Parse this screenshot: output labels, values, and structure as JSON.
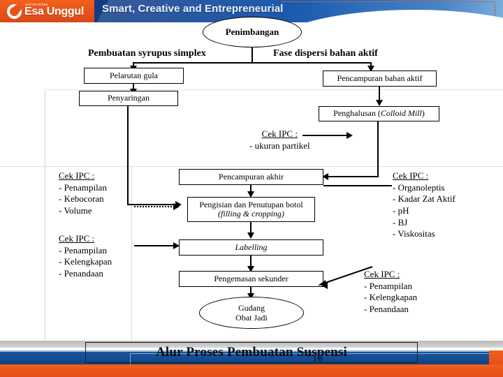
{
  "header": {
    "logo_university": "universitas",
    "logo_name": "Esa Unggul",
    "tagline": "Smart, Creative and Entrepreneurial",
    "brand_orange": "#e8521a",
    "brand_blue": "#13418f"
  },
  "footer": {
    "title": "Alur Proses Pembuatan Suspensi",
    "page_number": "18"
  },
  "flow": {
    "start": "Penimbangan",
    "branch_left_label": "Pembuatan syrupus simplex",
    "branch_right_label": "Fase dispersi bahan aktif",
    "nodes": {
      "pelarutan_gula": "Pelarutan gula",
      "penyaringan": "Penyaringan",
      "pencampuran_bahan_aktif": "Pencampuran bahan aktif",
      "penghalusan": "Penghalusan (",
      "penghalusan_italic": "Colloid Mill",
      "penghalusan_tail": ")",
      "pencampuran_akhir": "Pencampuran akhir",
      "pengisian_line1": "Pengisian dan Penutupan botol",
      "pengisian_line2": "(filling & cropping)",
      "labelling": "Labelling",
      "pengemasan_sekunder": "Pengemasan sekunder",
      "gudang_line1": "Gudang",
      "gudang_line2": "Obat Jadi"
    }
  },
  "ipc_checks": {
    "heading": "Cek IPC :",
    "partikel": {
      "heading": "Cek IPC :",
      "items": [
        "- ukuran partikel"
      ]
    },
    "left_top": {
      "heading": "Cek IPC :",
      "items": [
        "- Penampilan",
        "- Kebocoran",
        "- Volume"
      ]
    },
    "left_bottom": {
      "heading": "Cek IPC :",
      "items": [
        "- Penampilan",
        "- Kelengkapan",
        "- Penandaan"
      ]
    },
    "right_top": {
      "heading": "Cek IPC :",
      "items": [
        "- Organoleptis",
        "- Kadar Zat Aktif",
        "- pH",
        "- BJ",
        "- Viskositas"
      ]
    },
    "right_bottom": {
      "heading": "Cek IPC :",
      "items": [
        "- Penampilan",
        "- Kelengkapan",
        "- Penandaan"
      ]
    }
  }
}
